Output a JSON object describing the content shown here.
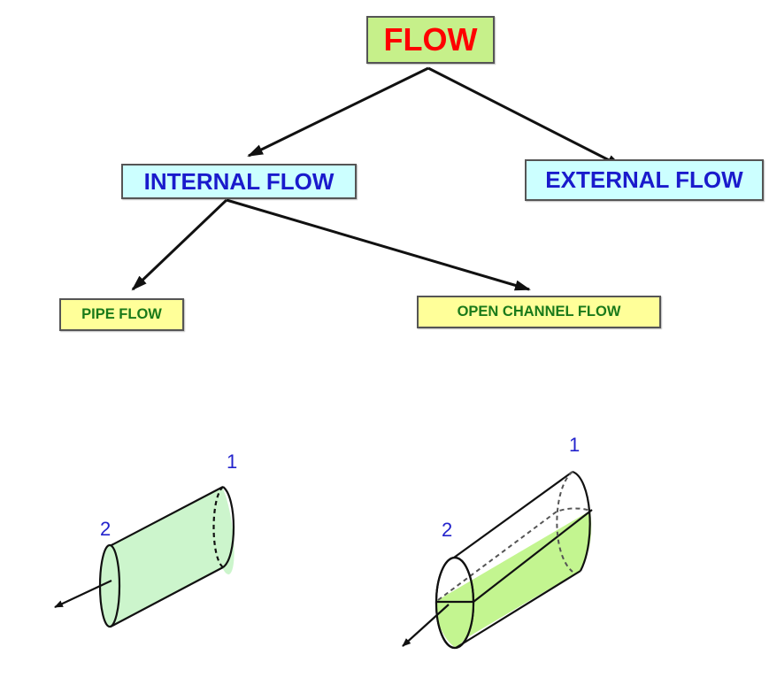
{
  "colors": {
    "flow_box_fill": "#c6f08a",
    "flow_text": "#ff0000",
    "level2_box_fill": "#ccffff",
    "level2_text": "#1a1acc",
    "level3_box_fill": "#ffff99",
    "level3_text": "#1a7a1a",
    "pipe_fill": "#ccf5cc",
    "channel_water_fill": "#c3f590",
    "section_label": "#2323cc",
    "line": "#111111"
  },
  "nodes": {
    "root": {
      "label": "FLOW"
    },
    "internal": {
      "label": "INTERNAL FLOW"
    },
    "external": {
      "label": "EXTERNAL FLOW"
    },
    "pipe": {
      "label": "PIPE FLOW"
    },
    "open_channel": {
      "label": "OPEN CHANNEL FLOW"
    }
  },
  "edges": [
    {
      "from": "root",
      "to": "internal"
    },
    {
      "from": "root",
      "to": "external"
    },
    {
      "from": "internal",
      "to": "pipe"
    },
    {
      "from": "internal",
      "to": "open_channel"
    }
  ],
  "illustrations": {
    "pipe": {
      "inlet_label": "1",
      "outlet_label": "2",
      "fill_level": 1.0
    },
    "open_channel": {
      "inlet_label": "1",
      "outlet_label": "2",
      "fill_level": 0.5
    }
  }
}
